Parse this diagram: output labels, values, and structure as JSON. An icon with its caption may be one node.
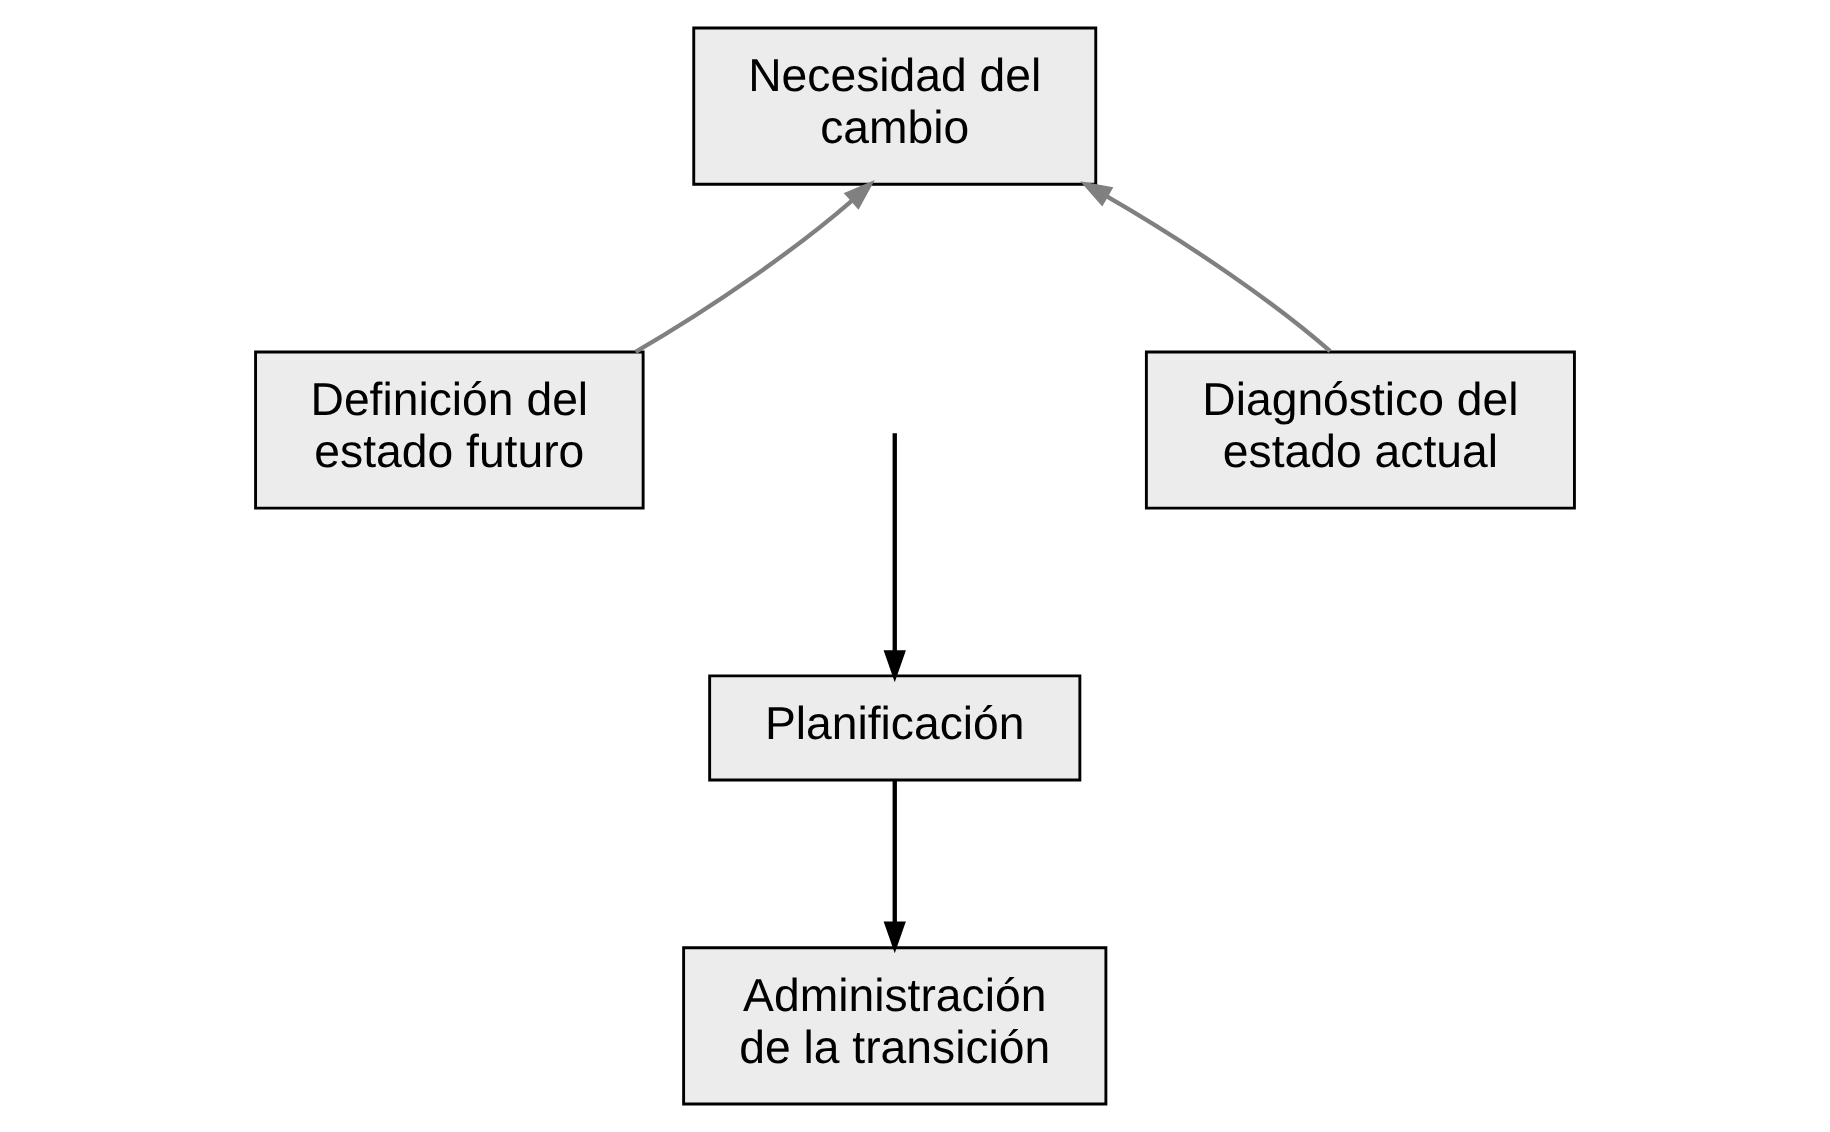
{
  "diagram": {
    "nodes": [
      {
        "text": [
          "Necesidad del cambio"
        ]
      },
      {
        "text": [
          "Definición del estado futuro"
        ]
      },
      {
        "text": [
          "Diagnóstico del estado actual"
        ]
      },
      {
        "text": [
          "Planificación"
        ]
      },
      {
        "text": [
          "Administración de la transición"
        ]
      }
    ],
    "edges": [
      {
        "from": 1,
        "to": 0,
        "arrow": "to",
        "color": "#808080"
      },
      {
        "from": 2,
        "to": 0,
        "arrow": "to",
        "color": "#808080"
      },
      {
        "from": null,
        "to": 3,
        "arrow": "to",
        "color": "#000000"
      },
      {
        "from": 3,
        "to": 4,
        "arrow": "to",
        "color": "#000000"
      }
    ]
  }
}
